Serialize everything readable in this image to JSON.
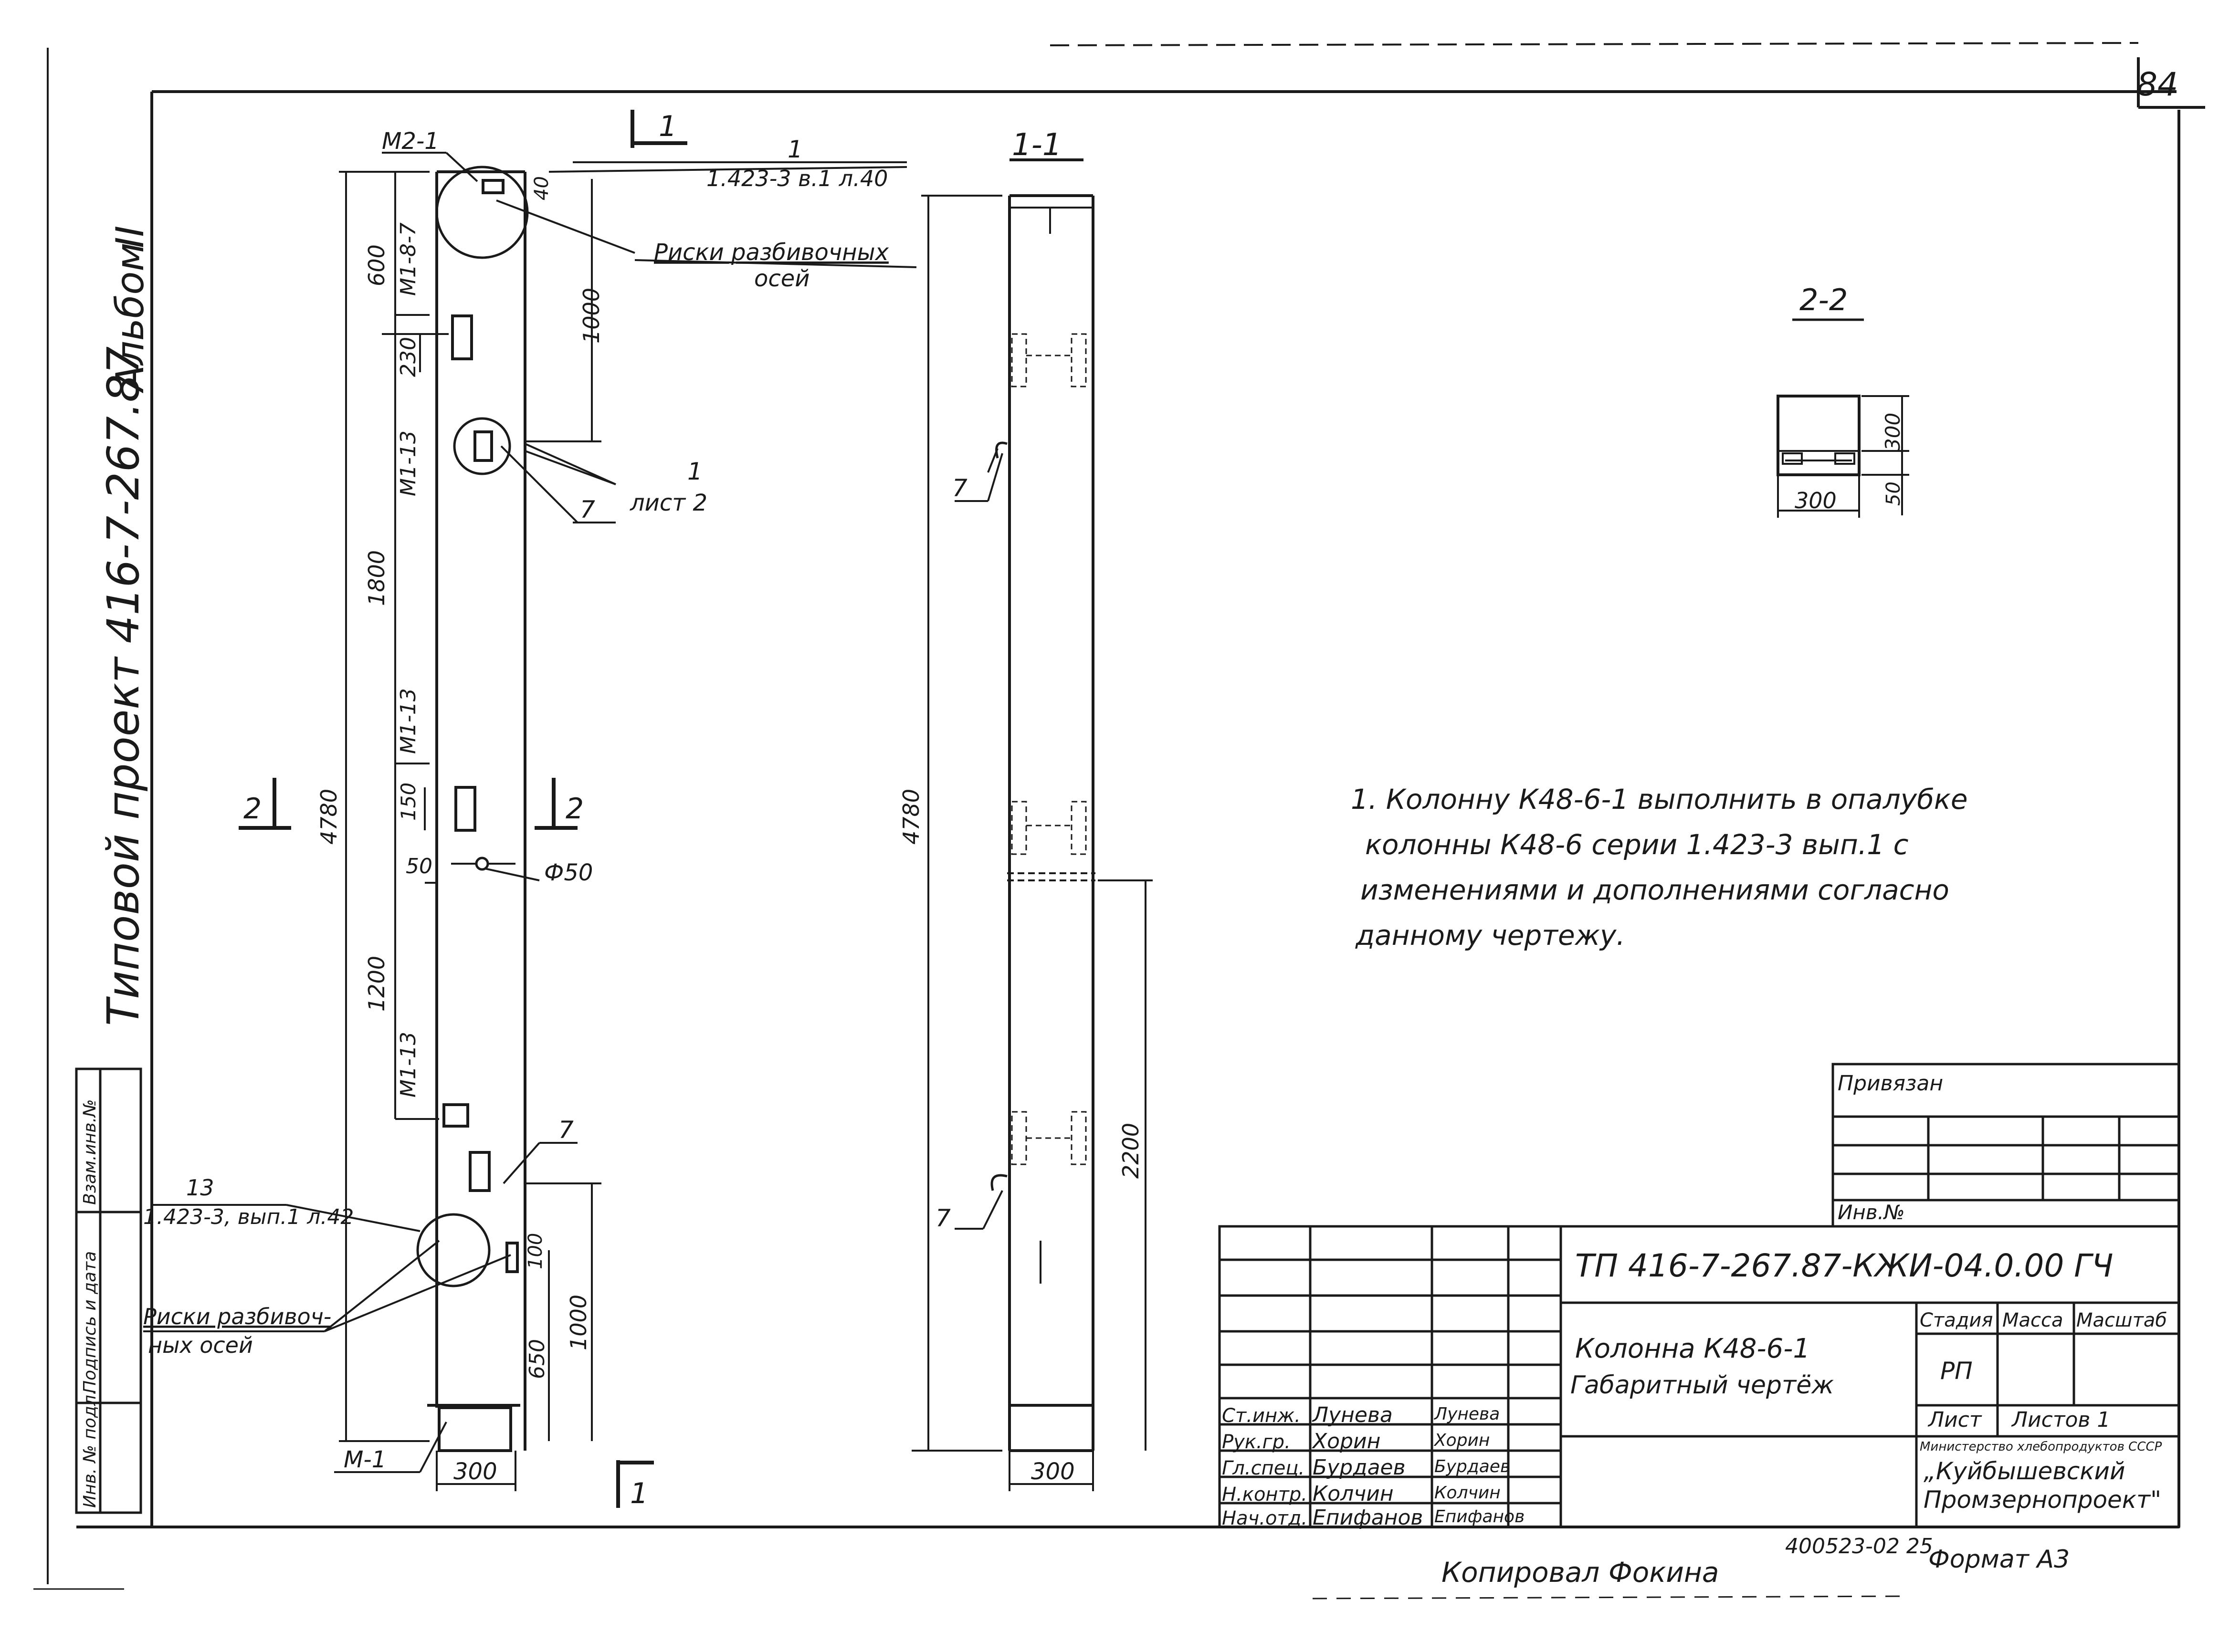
{
  "sheet_number": "84",
  "album": {
    "label": "Альбом",
    "number": "II"
  },
  "project_title": "Типовой проект 416-7-267.87",
  "left_stamp": {
    "inv_podl": "Инв. № подл.",
    "sign_date": "Подпись и дата",
    "vzam_inv": "Взам.инв.№"
  },
  "front_view": {
    "labels": {
      "m2_1": "М2-1",
      "m1_8_7": "М1-8-7",
      "m1_13_top": "М1-13",
      "m1_13_mid": "М1-13",
      "m1_13_low": "М1-13",
      "m_1": "М-1",
      "sec_1_top": "1",
      "sec_1_bottom": "1",
      "sec_2_left": "2",
      "sec_2_right": "2",
      "callout_1": "1",
      "callout_1_ref": "1.423-3 в.1 л.40",
      "callout_risks_top_1": "Риски разбивочных",
      "callout_risks_top_2": "осей",
      "callout_list_1": "1",
      "callout_list_2": "лист 2",
      "callout_7_upper": "7",
      "callout_7_lower": "7",
      "callout_13": "13",
      "callout_13_ref": "1.423-3, вып.1 л.42",
      "callout_risks_bot_1": "Риски разбивоч-",
      "callout_risks_bot_2": "ных осей",
      "hole": "Ф50"
    },
    "dims": {
      "d40": "40",
      "d600": "600",
      "d1000_top": "1000",
      "d230": "230",
      "d1800": "1800",
      "d4780": "4780",
      "d150": "150",
      "d50": "50",
      "d1200": "1200",
      "d100": "100",
      "d650": "650",
      "d1000_bot": "1000",
      "d300": "300"
    }
  },
  "side_view": {
    "title": "1-1",
    "callout_7_upper": "7",
    "callout_7_lower": "7",
    "dims": {
      "d4780": "4780",
      "d2200": "2200",
      "d300": "300"
    }
  },
  "section_2": {
    "title": "2-2",
    "d300_w": "300",
    "d300_h": "300",
    "d50": "50"
  },
  "note": {
    "line1": "1. Колонну К48-6-1 выполнить в опалубке",
    "line2": "колонны К48-6 серии 1.423-3 вып.1 с",
    "line3": "изменениями и дополнениями согласно",
    "line4": "данному чертежу."
  },
  "title_block": {
    "privyazan": "Привязан",
    "inv_no": "Инв.№",
    "code": "ТП  416-7-267.87-КЖИ-04.0.00 ГЧ",
    "name_line1": "Колонна  К48-6-1",
    "name_line2": "Габаритный чертёж",
    "stage_head": "Стадия",
    "mass_head": "Масса",
    "scale_head": "Масштаб",
    "stage_value": "РП",
    "sheet_label": "Лист",
    "sheets_label": "Листов 1",
    "ministry": "Министерство хлебопродуктов СССР",
    "org_line1": "„Куйбышевский",
    "org_line2": "Промзернопроект\"",
    "roles": [
      {
        "role": "Ст.инж.",
        "name": "Лунева",
        "sign": "Лунева"
      },
      {
        "role": "Рук.гр.",
        "name": "Хорин",
        "sign": "Хорин"
      },
      {
        "role": "Гл.спец.",
        "name": "Бурдаев",
        "sign": "Бурдаев"
      },
      {
        "role": "Н.контр.",
        "name": "Колчин",
        "sign": "Колчин"
      },
      {
        "role": "Нач.отд.",
        "name": "Епифанов",
        "sign": "Епифанов"
      }
    ]
  },
  "bottom": {
    "archive_no": "400523-02   25",
    "copied_by": "Копировал  Фокина",
    "format": "Формат  А3"
  }
}
